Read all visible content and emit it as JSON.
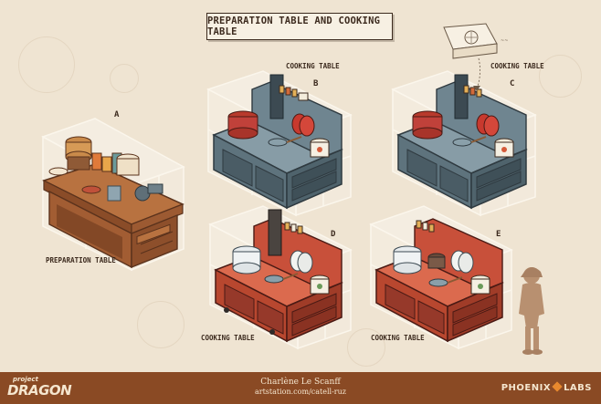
{
  "title": "PREPARATION TABLE AND COOKING TABLE",
  "variants": [
    {
      "id": "a",
      "letter": "A",
      "label": "PREPARATION TABLE"
    },
    {
      "id": "b",
      "letter": "B",
      "label": "COOKING TABLE"
    },
    {
      "id": "c",
      "letter": "C",
      "label": "COOKING TABLE"
    },
    {
      "id": "d",
      "letter": "D",
      "label": "COOKING TABLE"
    },
    {
      "id": "e",
      "letter": "E",
      "label": "COOKING TABLE"
    }
  ],
  "footer": {
    "brand_small": "project",
    "brand_big": "DRAGON",
    "artist": "Charlène Le Scanff",
    "url": "artstation.com/catell-ruz",
    "studio_left": "PHOENIX",
    "studio_right": "LABS"
  },
  "colors": {
    "background": "#efe4d2",
    "footer": "#8a4a24",
    "stove_gray": "#6f8590",
    "stove_red": "#c8503a",
    "wood": "#a8643a",
    "ink": "#3c2a1e"
  }
}
